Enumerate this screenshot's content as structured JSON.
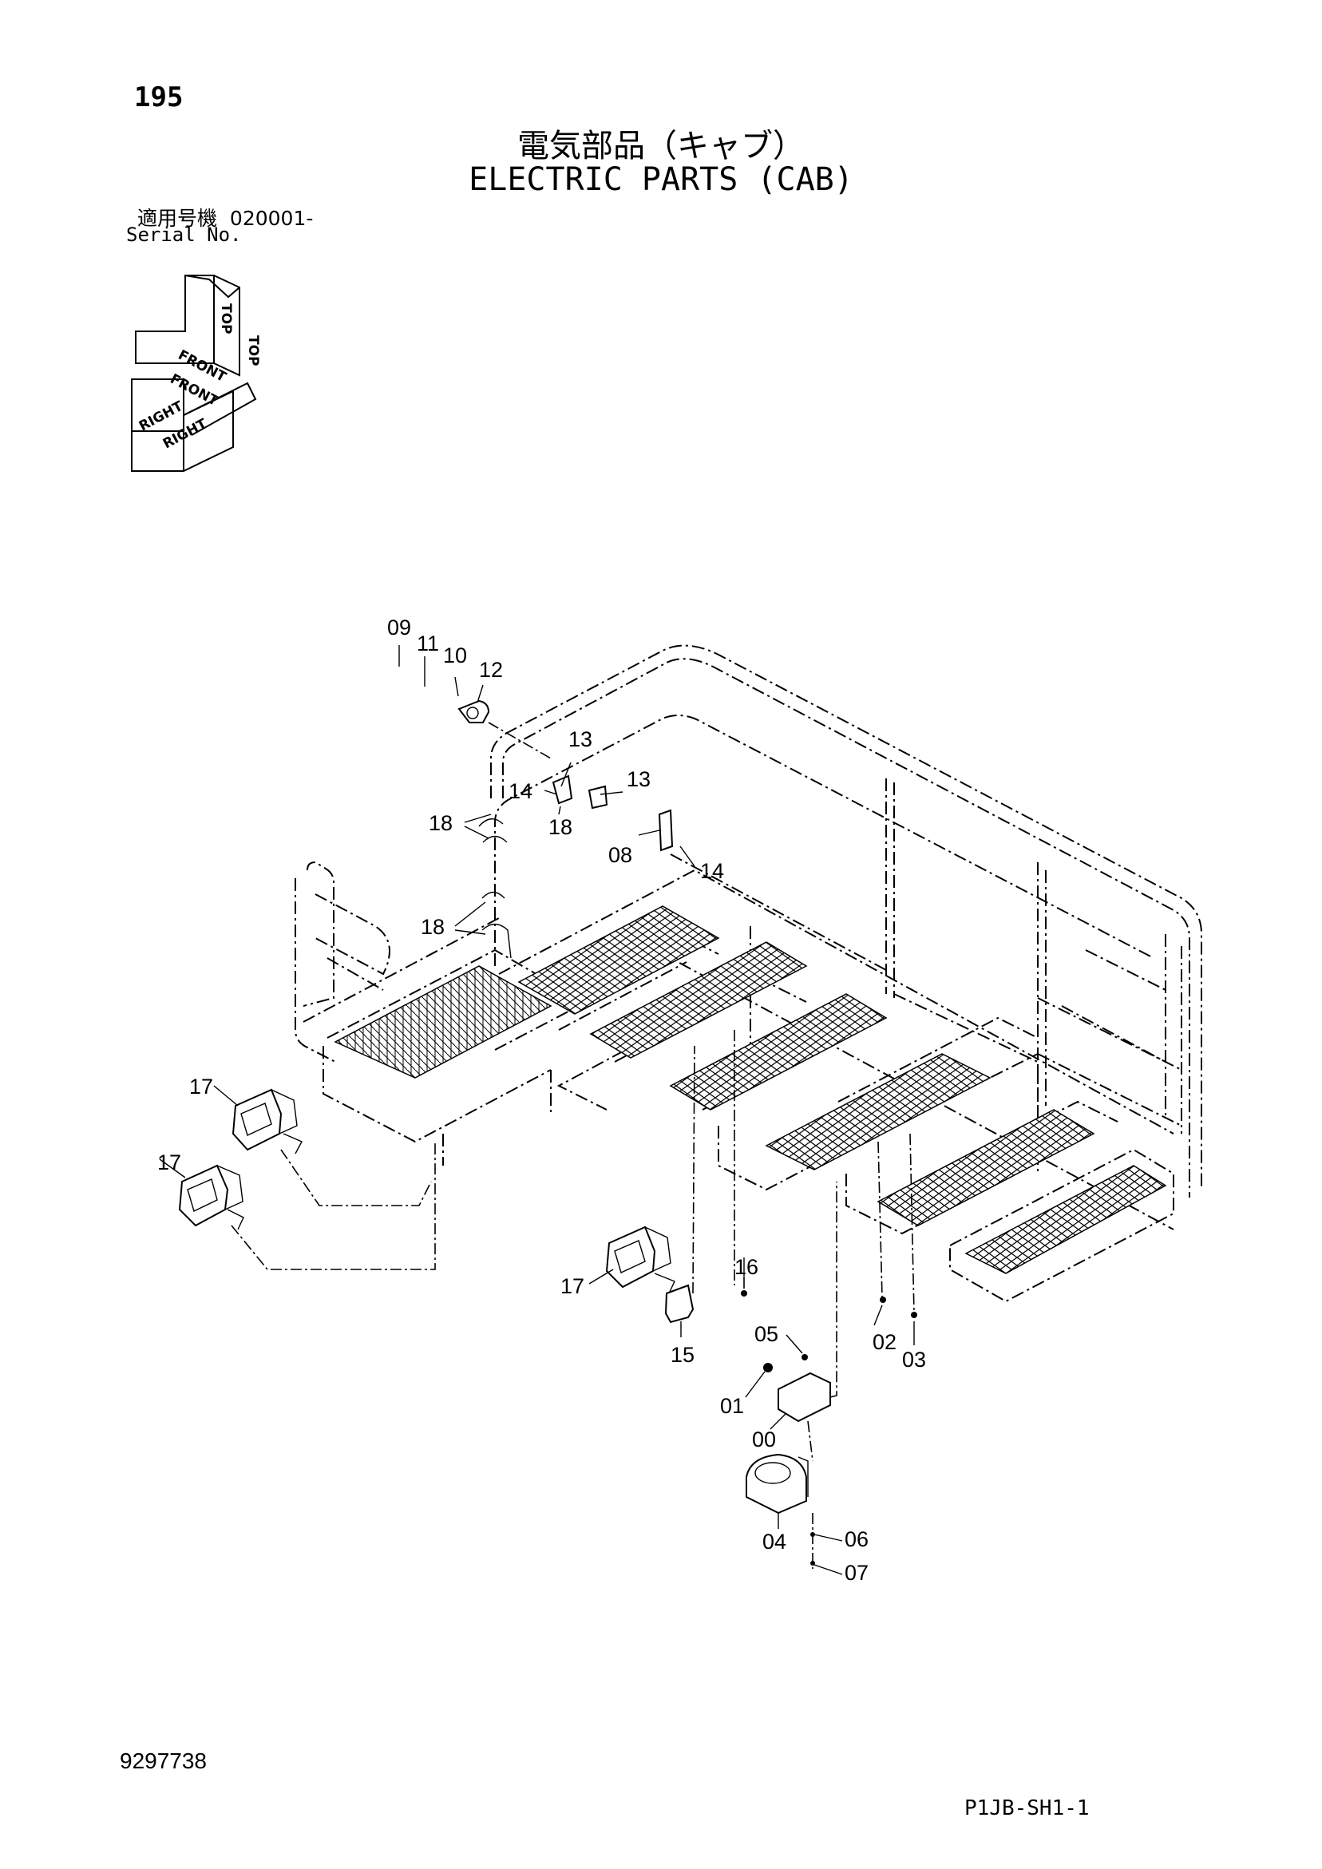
{
  "header": {
    "page_number": "195",
    "title_jp": "電気部品（キャブ）",
    "title_en": "ELECTRIC PARTS (CAB)",
    "serial_label_jp": "適用号機",
    "serial_value": "020001-",
    "serial_label_en": "Serial No."
  },
  "orientation_indicator": {
    "labels": [
      "TOP",
      "FRONT",
      "RIGHT"
    ]
  },
  "callouts": {
    "c09": "09",
    "c11": "11",
    "c10": "10",
    "c12": "12",
    "c13a": "13",
    "c13b": "13",
    "c14a": "14",
    "c18a": "18",
    "c18b": "18",
    "c08": "08",
    "c14b": "14",
    "c18c": "18",
    "c17a": "17",
    "c17b": "17",
    "c17c": "17",
    "c16": "16",
    "c15": "15",
    "c05": "05",
    "c01": "01",
    "c00": "00",
    "c02": "02",
    "c03": "03",
    "c04": "04",
    "c06": "06",
    "c07": "07"
  },
  "footer": {
    "doc_number": "9297738",
    "sheet_code": "P1JB-SH1-1"
  }
}
